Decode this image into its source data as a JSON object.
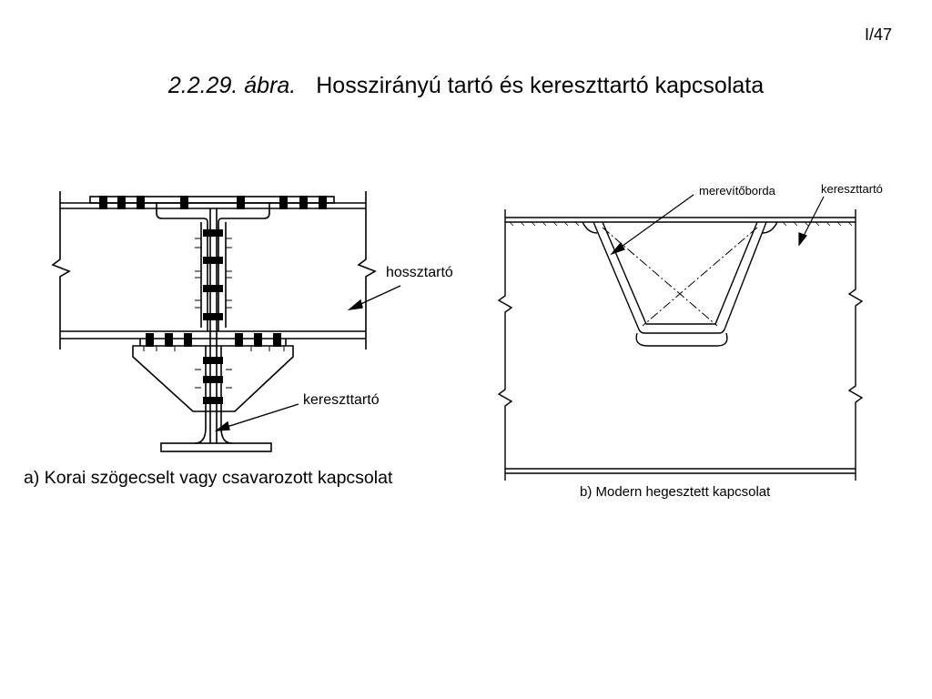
{
  "page_number": "I/47",
  "title": {
    "number": "2.2.29. ábra.",
    "text": "Hosszirányú tartó és kereszttartó kapcsolata"
  },
  "figure_a": {
    "label_longitudinal": "hossztartó",
    "label_cross": "kereszttartó",
    "caption": "a)  Korai szögecselt vagy csavarozott kapcsolat"
  },
  "figure_b": {
    "label_stiffener": "merevítőborda",
    "label_cross": "kereszttartó",
    "caption": "b)  Modern hegesztett kapcsolat"
  }
}
